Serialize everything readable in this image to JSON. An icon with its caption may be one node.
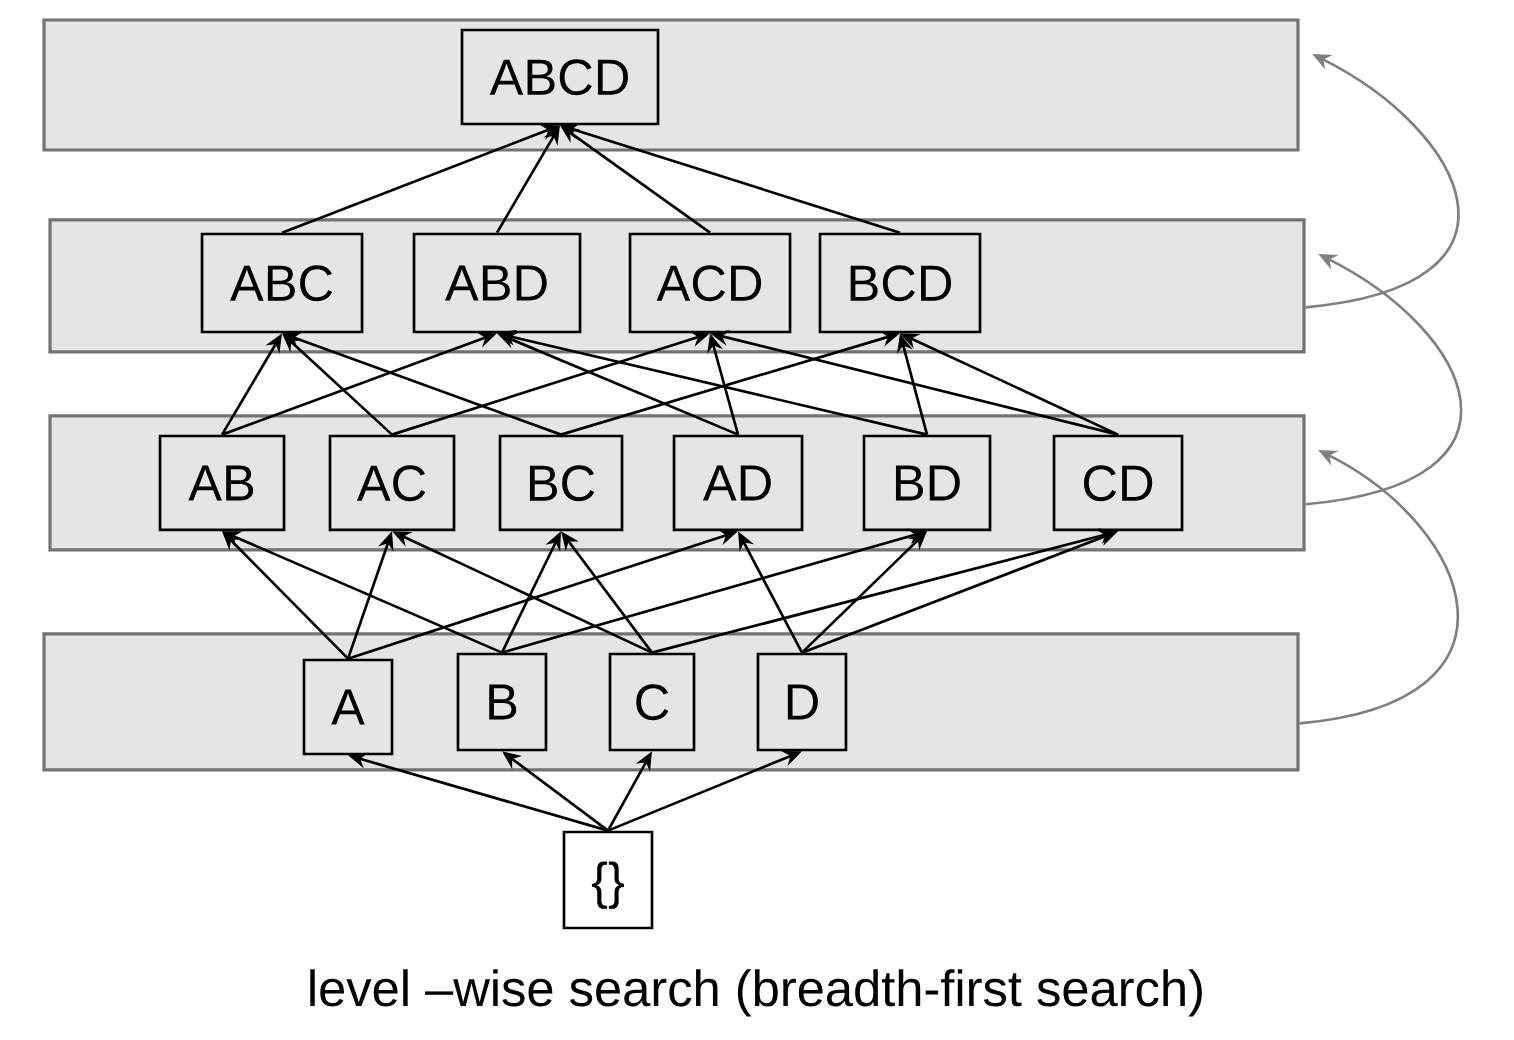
{
  "diagram": {
    "caption": "level –wise search (breadth-first search)",
    "nodes": [
      {
        "text": [],
        "shape": "box"
      },
      {
        "text": [
          "ABCD"
        ],
        "in": 0
      },
      {
        "text": [],
        "shape": "box"
      },
      {
        "text": [
          "ABC"
        ],
        "in": 2
      },
      {
        "text": [
          "ABD"
        ],
        "in": 2
      },
      {
        "text": [
          "ACD"
        ],
        "in": 2
      },
      {
        "text": [
          "BCD"
        ],
        "in": 2
      },
      {
        "text": [],
        "shape": "box"
      },
      {
        "text": [
          "AB"
        ],
        "in": 7
      },
      {
        "text": [
          "AC"
        ],
        "in": 7
      },
      {
        "text": [
          "BC"
        ],
        "in": 7
      },
      {
        "text": [
          "AD"
        ],
        "in": 7
      },
      {
        "text": [
          "BD"
        ],
        "in": 7
      },
      {
        "text": [
          "CD"
        ],
        "in": 7
      },
      {
        "text": [],
        "shape": "box"
      },
      {
        "text": [
          "A"
        ],
        "in": 14
      },
      {
        "text": [
          "B"
        ],
        "in": 14
      },
      {
        "text": [
          "C"
        ],
        "in": 14
      },
      {
        "text": [
          "D"
        ],
        "in": 14
      },
      {
        "text": [
          "{}"
        ]
      }
    ],
    "edges": [
      {
        "from": 19,
        "to": 15,
        "arrow": "to"
      },
      {
        "from": 19,
        "to": 16,
        "arrow": "to"
      },
      {
        "from": 19,
        "to": 17,
        "arrow": "to"
      },
      {
        "from": 19,
        "to": 18,
        "arrow": "to"
      },
      {
        "from": 15,
        "to": 8,
        "arrow": "to"
      },
      {
        "from": 15,
        "to": 9,
        "arrow": "to"
      },
      {
        "from": 15,
        "to": 11,
        "arrow": "to"
      },
      {
        "from": 16,
        "to": 8,
        "arrow": "to"
      },
      {
        "from": 16,
        "to": 10,
        "arrow": "to"
      },
      {
        "from": 16,
        "to": 12,
        "arrow": "to"
      },
      {
        "from": 17,
        "to": 9,
        "arrow": "to"
      },
      {
        "from": 17,
        "to": 10,
        "arrow": "to"
      },
      {
        "from": 17,
        "to": 13,
        "arrow": "to"
      },
      {
        "from": 18,
        "to": 11,
        "arrow": "to"
      },
      {
        "from": 18,
        "to": 12,
        "arrow": "to"
      },
      {
        "from": 18,
        "to": 13,
        "arrow": "to"
      },
      {
        "from": 8,
        "to": 3,
        "arrow": "to"
      },
      {
        "from": 8,
        "to": 4,
        "arrow": "to"
      },
      {
        "from": 9,
        "to": 3,
        "arrow": "to"
      },
      {
        "from": 9,
        "to": 5,
        "arrow": "to"
      },
      {
        "from": 10,
        "to": 3,
        "arrow": "to"
      },
      {
        "from": 10,
        "to": 6,
        "arrow": "to"
      },
      {
        "from": 11,
        "to": 4,
        "arrow": "to"
      },
      {
        "from": 11,
        "to": 5,
        "arrow": "to"
      },
      {
        "from": 12,
        "to": 4,
        "arrow": "to"
      },
      {
        "from": 12,
        "to": 6,
        "arrow": "to"
      },
      {
        "from": 13,
        "to": 5,
        "arrow": "to"
      },
      {
        "from": 13,
        "to": 6,
        "arrow": "to"
      },
      {
        "from": 3,
        "to": 1,
        "arrow": "to"
      },
      {
        "from": 4,
        "to": 1,
        "arrow": "to"
      },
      {
        "from": 5,
        "to": 1,
        "arrow": "to"
      },
      {
        "from": 6,
        "to": 1,
        "arrow": "to"
      },
      {
        "from": 14,
        "to": 7,
        "arrow": "to",
        "color": "#808080"
      },
      {
        "from": 7,
        "to": 2,
        "arrow": "to",
        "color": "#808080"
      },
      {
        "from": 2,
        "to": 0,
        "arrow": "to",
        "color": "#808080"
      }
    ]
  }
}
